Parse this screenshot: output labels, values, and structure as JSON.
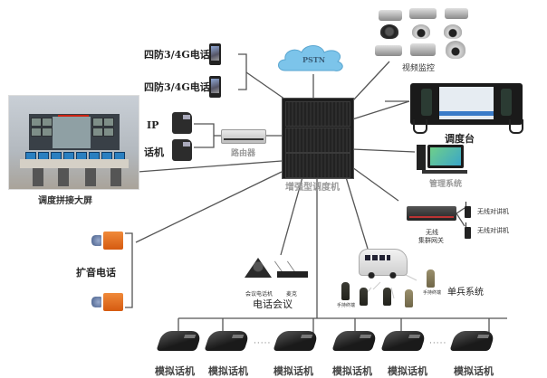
{
  "diagram": {
    "title": "",
    "center": {
      "label": "增强型调度机",
      "icon": "server-rack-icon"
    },
    "pstn": {
      "label": "PSTN",
      "icon": "cloud-icon"
    },
    "mobile": {
      "items": [
        {
          "label": "四防3/4G电话"
        },
        {
          "label": "四防3/4G电话"
        }
      ]
    },
    "video": {
      "label": "视频监控",
      "camera_count": 9
    },
    "console": {
      "label": "调度台"
    },
    "management": {
      "label": "管理系统"
    },
    "wireless": {
      "gateway_label_line1": "无线",
      "gateway_label_line2": "集群网关",
      "radios": [
        {
          "label": "无线对讲机"
        },
        {
          "label": "无线对讲机"
        }
      ]
    },
    "ip_phone": {
      "label_line1": "IP",
      "label_line2": "话机"
    },
    "router": {
      "label": "路由器"
    },
    "video_wall": {
      "label": "调度拼接大屏"
    },
    "broadcast": {
      "label": "扩音电话"
    },
    "conference": {
      "label": "电话会议",
      "conf_phone_label": "会议电话机",
      "mixer_label": "麦克"
    },
    "soldier": {
      "label": "单兵系统",
      "small_label_a": "手持终端",
      "small_label_b": "手持终端"
    },
    "analog_phones": [
      {
        "label": "模拟话机"
      },
      {
        "label": "模拟话机"
      },
      {
        "label": "模拟话机"
      },
      {
        "label": "模拟话机"
      },
      {
        "label": "模拟话机"
      },
      {
        "label": "模拟话机"
      }
    ],
    "ellipsis": "·····",
    "colors": {
      "line": "#555555",
      "cloud": "#7cc4ea",
      "cloud_text": "#3b5f7a",
      "label_gray": "#9a9a9a"
    }
  }
}
